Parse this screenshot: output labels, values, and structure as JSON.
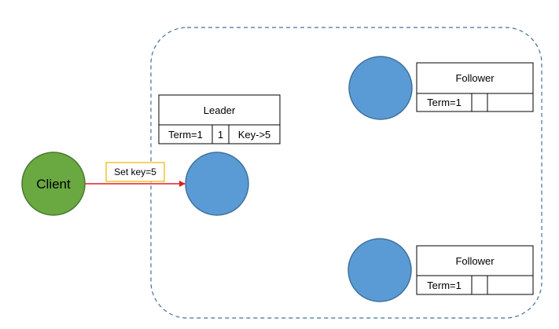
{
  "colors": {
    "client_fill": "#6aa842",
    "client_stroke": "#4a7a30",
    "node_fill": "#5b9bd5",
    "node_stroke": "#41719c",
    "cluster_border": "#41719c",
    "arrow": "#e02020",
    "message_border": "#f0b400",
    "table_border": "#000000"
  },
  "client": {
    "label": "Client"
  },
  "message": {
    "label": "Set key=5"
  },
  "leader": {
    "title": "Leader",
    "log": {
      "term": "Term=1",
      "index": "1",
      "command": "Key->5"
    }
  },
  "followers": [
    {
      "title": "Follower",
      "log": {
        "term": "Term=1",
        "index": "",
        "command": ""
      }
    },
    {
      "title": "Follower",
      "log": {
        "term": "Term=1",
        "index": "",
        "command": ""
      }
    }
  ]
}
